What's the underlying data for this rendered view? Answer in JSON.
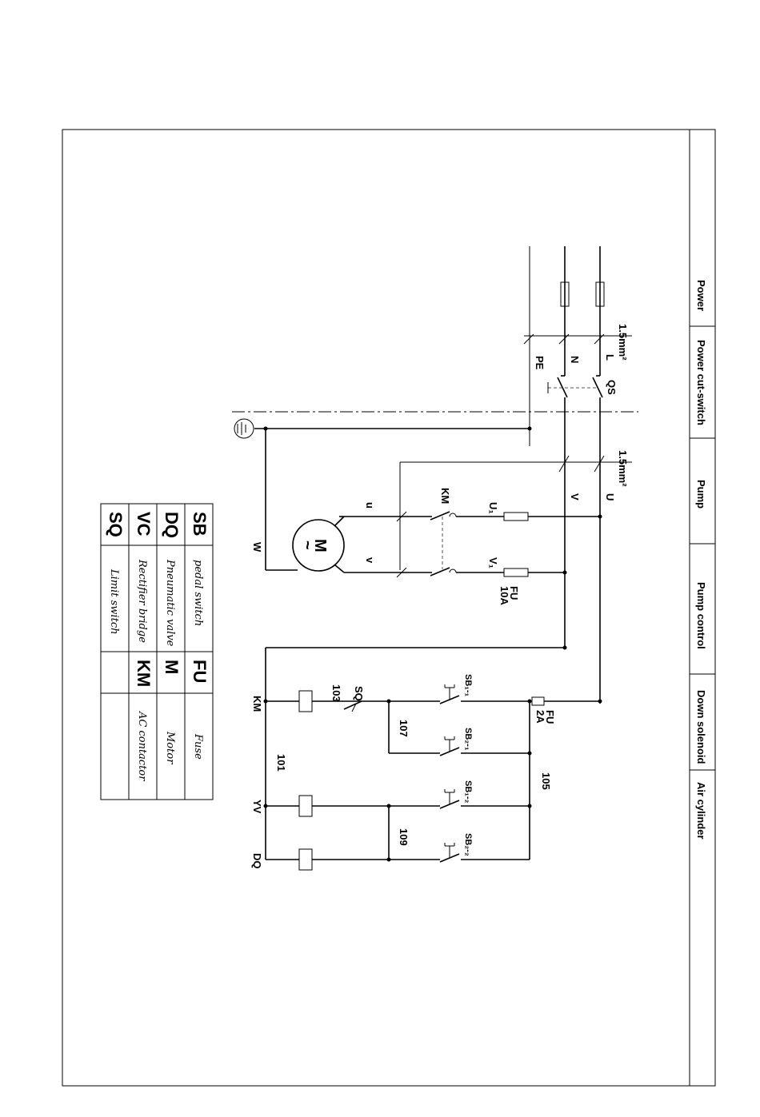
{
  "sections": [
    "Power",
    "Power cut-switch",
    "Pump",
    "Pump control",
    "Down solenoid",
    "Air cylinder"
  ],
  "labels": {
    "wire_size_1": "1.5mm²",
    "wire_size_2": "1.5mm²",
    "L": "L",
    "N": "N",
    "PE": "PE",
    "QS": "QS",
    "U": "U",
    "V": "V",
    "KM_contact": "KM",
    "U1": "U₁",
    "V1": "V₁",
    "u": "u",
    "v": "v",
    "W": "W",
    "motor_M": "M",
    "motor_tilde": "~",
    "FU_10A_a": "FU",
    "FU_10A_b": "10A",
    "FU_2A_a": "FU",
    "FU_2A_b": "2A",
    "SB1_1": "SB₁-₁",
    "SB2_1": "SB₂-₁",
    "SB1_2": "SB₁-₂",
    "SB2_2": "SB₂-₂",
    "SQ": "SQ",
    "n103": "103",
    "n107": "107",
    "n105": "105",
    "n101": "101",
    "n109": "109",
    "KM_coil": "KM",
    "YV_coil": "YV",
    "DQ_coil": "DQ"
  },
  "legend": [
    {
      "code": "SB",
      "desc": "pedal switch"
    },
    {
      "code": "DQ",
      "desc": "Pneumatic valve"
    },
    {
      "code": "VC",
      "desc": "Rectifier bridge"
    },
    {
      "code": "SQ",
      "desc": "Limit switch"
    },
    {
      "code": "FU",
      "desc": "Fuse"
    },
    {
      "code": "M",
      "desc": "Motor"
    },
    {
      "code": "KM",
      "desc": "AC contactor"
    },
    {
      "code": "",
      "desc": ""
    }
  ]
}
